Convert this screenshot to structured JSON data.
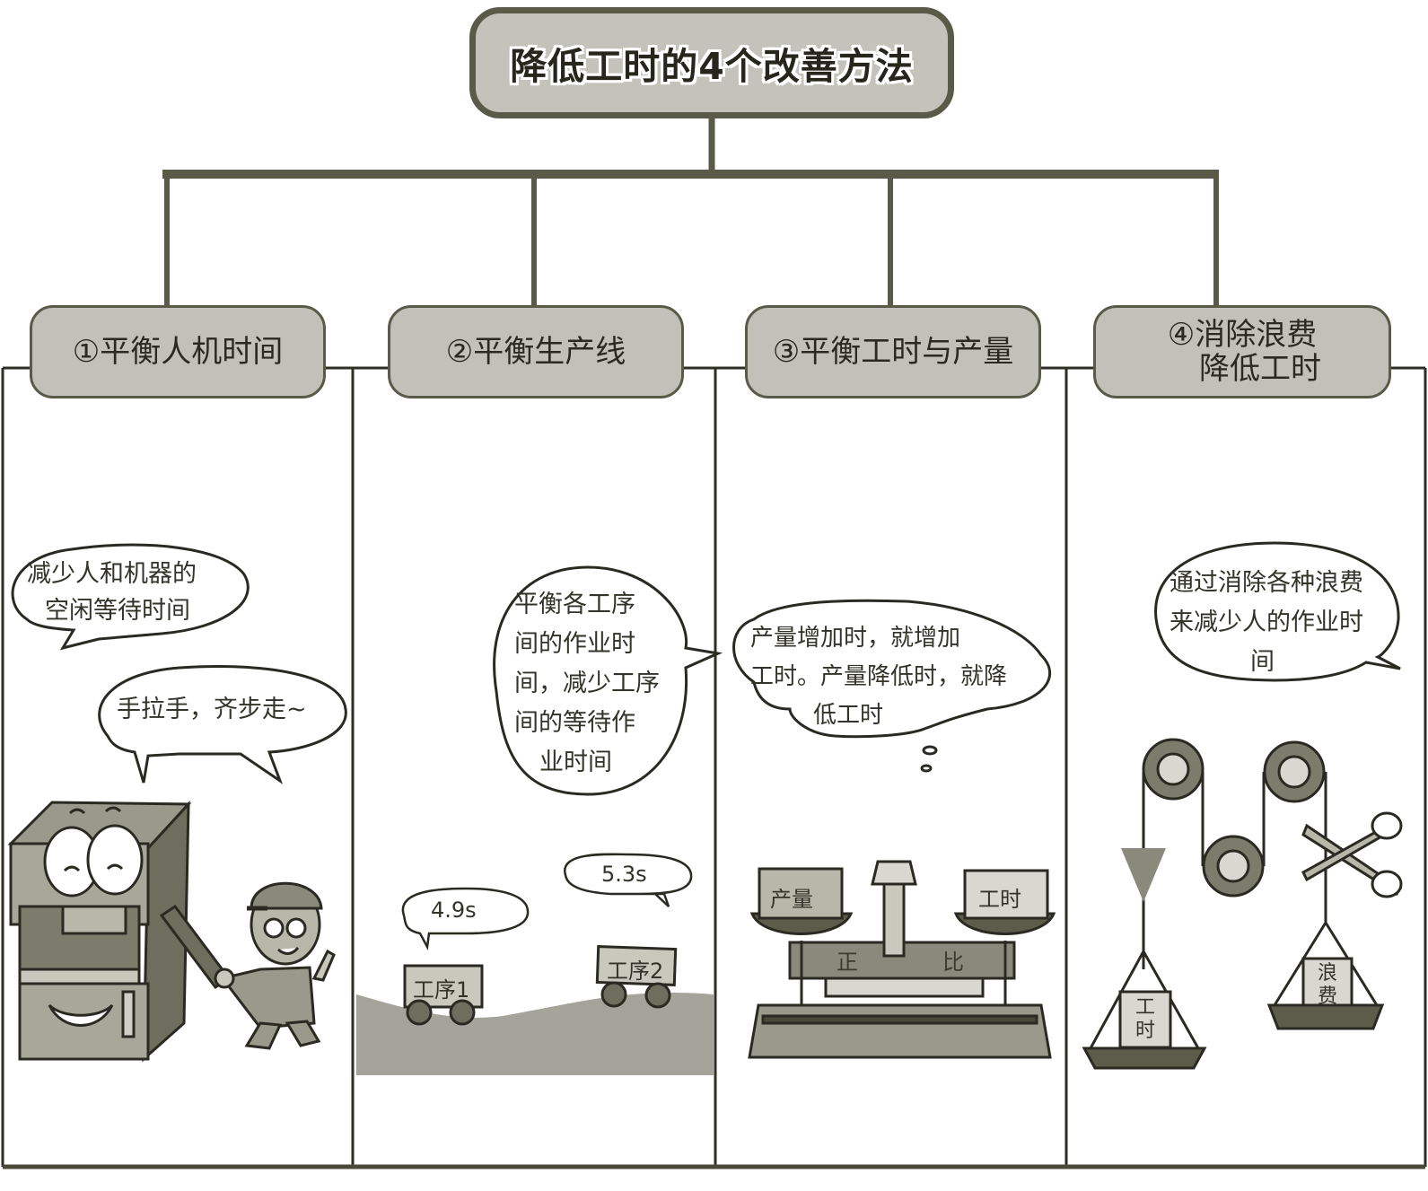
{
  "title": "降低工时的4个改善方法",
  "colors": {
    "frame": "#5a5a48",
    "box_fill": "#c1c1b9",
    "dark_fill": "#5c5c4a",
    "mid_fill": "#8a8a7c",
    "light_fill": "#d8d8d0",
    "background": "#ffffff"
  },
  "methods": [
    {
      "label_lines": [
        "①平衡人机时间"
      ],
      "bubbles": [
        {
          "lines": [
            "减少人和机器的",
            "空闲等待时间"
          ]
        },
        {
          "lines": [
            "手拉手，齐步走~"
          ]
        }
      ],
      "illustration": "smiling-machine-holding-hands-with-worker"
    },
    {
      "label_lines": [
        "②平衡生产线"
      ],
      "bubbles": [
        {
          "lines": [
            "平衡各工序",
            "间的作业时",
            "间，减少工序",
            "间的等待作",
            "业时间"
          ]
        }
      ],
      "carts": [
        {
          "label": "工序1",
          "time": "4.9s"
        },
        {
          "label": "工序2",
          "time": "5.3s"
        }
      ],
      "illustration": "carts-on-hill"
    },
    {
      "label_lines": [
        "③平衡工时与产量"
      ],
      "bubbles": [
        {
          "lines": [
            "产量增加时，就增加",
            "工时。产量降低时，就降",
            "低工时"
          ]
        }
      ],
      "scale": {
        "left_pan": "产量",
        "right_pan": "工时",
        "beam_left": "正",
        "beam_right": "比"
      },
      "illustration": "balance-scale"
    },
    {
      "label_lines": [
        "④消除浪费",
        "降低工时"
      ],
      "bubbles": [
        {
          "lines": [
            "通过消除各种浪费",
            "来减少人的作业时",
            "间"
          ]
        }
      ],
      "pulley": {
        "left_weight": "工时",
        "right_weight": "浪费"
      },
      "illustration": "pulley-with-scissors"
    }
  ]
}
